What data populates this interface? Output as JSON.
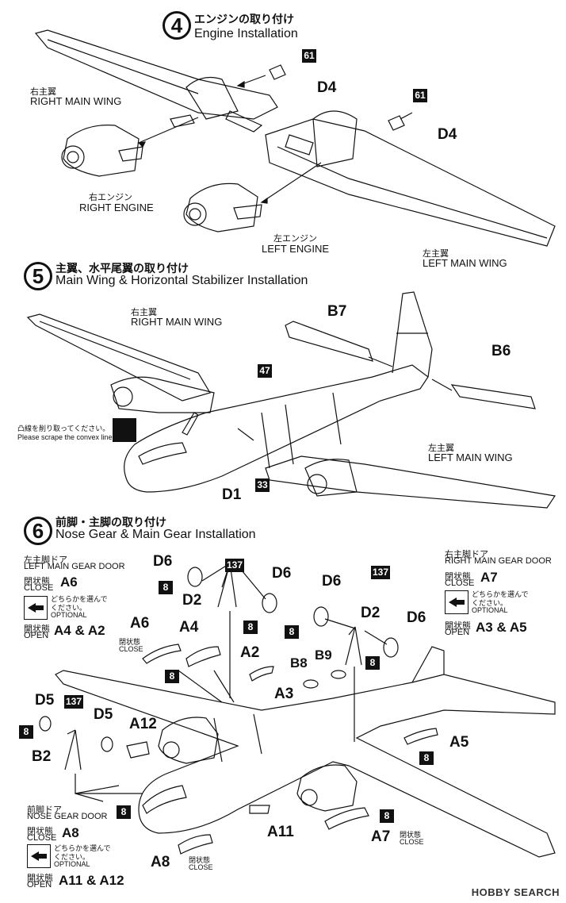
{
  "steps": [
    {
      "num": "4",
      "jp": "エンジンの取り付け",
      "en": "Engine Installation"
    },
    {
      "num": "5",
      "jp": "主翼、水平尾翼の取り付け",
      "en": "Main Wing & Horizontal Stabilizer Installation"
    },
    {
      "num": "6",
      "jp": "前脚・主脚の取り付け",
      "en": "Nose Gear & Main Gear Installation"
    }
  ],
  "step4": {
    "right_wing_jp": "右主翼",
    "right_wing_en": "RIGHT MAIN WING",
    "right_engine_jp": "右エンジン",
    "right_engine_en": "RIGHT ENGINE",
    "left_engine_jp": "左エンジン",
    "left_engine_en": "LEFT ENGINE",
    "left_wing_jp": "左主翼",
    "left_wing_en": "LEFT MAIN WING",
    "part_61a": "61",
    "part_d4a": "D4",
    "part_61b": "61",
    "part_d4b": "D4"
  },
  "step5": {
    "right_wing_jp": "右主翼",
    "right_wing_en": "RIGHT MAIN WING",
    "left_wing_jp": "左主翼",
    "left_wing_en": "LEFT MAIN WING",
    "part_b7": "B7",
    "part_b6": "B6",
    "part_47": "47",
    "part_d1": "D1",
    "part_33": "33",
    "scrape_jp": "凸線を削り取ってください。",
    "scrape_en": "Please scrape the convex line."
  },
  "step6": {
    "left_door_jp": "左主脚ドア",
    "left_door_en": "LEFT MAIN GEAR DOOR",
    "right_door_jp": "右主脚ドア",
    "right_door_en": "RIGHT MAIN GEAR DOOR",
    "close_jp": "閉状態",
    "close_en": "CLOSE",
    "open_jp": "開状態",
    "open_en": "OPEN",
    "optional_jp1": "どちらかを選んで",
    "optional_jp2": "ください。",
    "optional_en": "OPTIONAL",
    "left_close_part": "A6",
    "left_open_parts": "A4 & A2",
    "right_close_part": "A7",
    "right_open_parts": "A3 & A5",
    "nose_door_jp": "前脚ドア",
    "nose_door_en": "NOSE GEAR DOOR",
    "nose_close_part": "A8",
    "nose_open_parts": "A11 & A12",
    "parts": {
      "d6a": "D6",
      "n137a": "137",
      "d6b": "D6",
      "n8a": "8",
      "d2a": "D2",
      "n8b": "8",
      "d6c": "D6",
      "n137b": "137",
      "d2b": "D2",
      "d6d": "D6",
      "n8c": "8",
      "n8d": "8",
      "a6": "A6",
      "a4": "A4",
      "a2": "A2",
      "n8e": "8",
      "b8": "B8",
      "b9": "B9",
      "a3": "A3",
      "d5a": "D5",
      "n137c": "137",
      "d5b": "D5",
      "a12": "A12",
      "n8f": "8",
      "b2": "B2",
      "n8g": "8",
      "n8h": "8",
      "a5": "A5",
      "n8i": "8",
      "n8j": "8",
      "a11": "A11",
      "a7": "A7",
      "a8": "A8"
    },
    "close_label_a6_jp": "閉状態",
    "close_label_a6_en": "CLOSE",
    "close_label_a7_jp": "閉状態",
    "close_label_a7_en": "CLOSE",
    "close_label_a8_jp": "閉状態",
    "close_label_a8_en": "CLOSE"
  },
  "watermark": "HOBBY SEARCH"
}
